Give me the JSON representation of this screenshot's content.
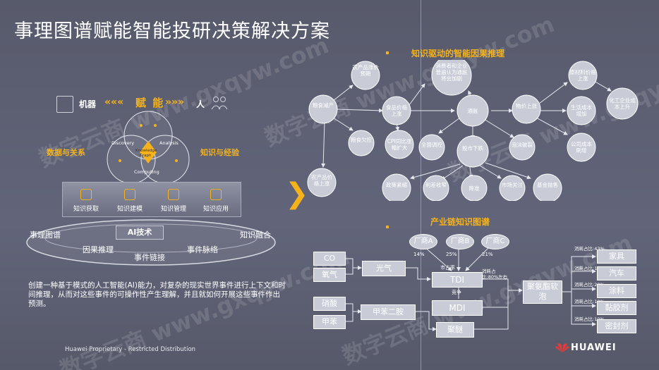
{
  "title": "事理图谱赋能智能投研决策解决方案",
  "left": {
    "machine": "机器",
    "empower": "赋 能",
    "person": "人",
    "data_rel": "数据与关系",
    "knowledge_exp": "知识与经验",
    "discovery": "Discovery",
    "analysis": "Analysis",
    "kg_center": "Knowledge Graph",
    "computing": "Computing",
    "tools": [
      "知识获取",
      "知识建模",
      "知识管理",
      "知识应用"
    ],
    "ai_tech": "AI技术",
    "ring_items": [
      "事理图谱",
      "知识融合",
      "因果推理",
      "事件脉络",
      "事件链接"
    ],
    "paragraph": "创建一种基于模式的人工智能(AI)能力，对复杂的现实世界事件进行上下文和时间推理，从而对这些事件的可操作性产生理解，并且就如何开展这些事件作出预测。"
  },
  "causal": {
    "title": "知识驱动的智能因果推理",
    "nodes": {
      "n1": "农产品涨价预期",
      "n2": "粮食减产",
      "n3": "粮食欠控",
      "n4": "农产品价格上涨",
      "n5": "食品价格上涨",
      "n6": "CPI同比涨幅扩大",
      "n7": "消费者和企业普遍认为通胀将会加剧",
      "n8": "通胀",
      "n9": "全面调控",
      "n10": "股市下跌",
      "n11": "物价上涨",
      "n12": "泡沫破裂",
      "n13": "原材料价格上涨",
      "n14": "生活成本增加",
      "n15": "化工企业成本上升",
      "n16": "公司成本刷增",
      "n17": "政策紧缩",
      "n18": "利差收窄",
      "n19": "降准",
      "n20": "市场关注",
      "n21": "基金抛售"
    }
  },
  "chain": {
    "title": "产业链知识图谱",
    "factories": [
      "厂商A",
      "厂商B",
      "厂商C"
    ],
    "shares": [
      "14%",
      "25%",
      "21%"
    ],
    "inputs": [
      "CO",
      "氧气",
      "硝酸",
      "甲苯"
    ],
    "mid": [
      "光气",
      "甲苯二胺"
    ],
    "products": [
      "TDI",
      "MDI",
      "聚醚"
    ],
    "center": "聚氨酯软泡",
    "market_share": "市占率",
    "compete": "竞争",
    "consume_total": "消耗占比:80%左右",
    "outputs": [
      {
        "name": "家具",
        "ratio": "消耗占比:43%"
      },
      {
        "name": "汽车",
        "ratio": "消耗占比:13%"
      },
      {
        "name": "涂料",
        "ratio": "消耗占比:20%"
      },
      {
        "name": "黏胶剂",
        "ratio": "消耗占比:10%"
      },
      {
        "name": "密封剂",
        "ratio": "消耗占比:10%"
      }
    ]
  },
  "footer": "Huawei Proprietary - Restricted Distribution",
  "brand": "HUAWEI",
  "watermark": "数字云商 www.gxqyw.com",
  "colors": {
    "accent": "#f5b21a",
    "bg": "#5d6070"
  }
}
